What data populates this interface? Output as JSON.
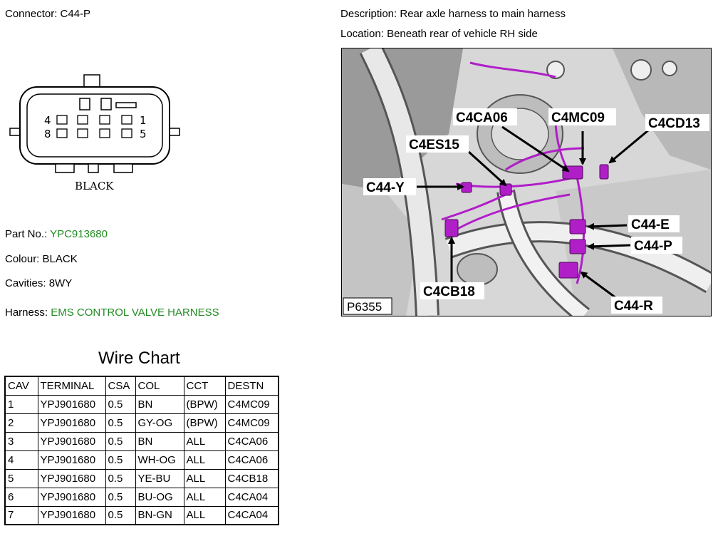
{
  "connector": {
    "label": "Connector:",
    "value": "C44-P",
    "drawing_colour_label": "BLACK",
    "pin_labels": {
      "top_left": "4",
      "top_right": "1",
      "bottom_left": "8",
      "bottom_right": "5"
    }
  },
  "description": {
    "label": "Description:",
    "value": "Rear axle harness to main harness"
  },
  "location": {
    "label": "Location:",
    "value": "Beneath rear of vehicle RH side"
  },
  "part_no": {
    "label": "Part No.:",
    "value": "YPC913680"
  },
  "colour": {
    "label": "Colour:",
    "value": "BLACK"
  },
  "cavities": {
    "label": "Cavities:",
    "value": "8WY"
  },
  "harness": {
    "label": "Harness:",
    "value": "EMS CONTROL VALVE HARNESS"
  },
  "photo": {
    "id": "P6355",
    "callouts": [
      "C4CA06",
      "C4MC09",
      "C4CD13",
      "C4ES15",
      "C44-Y",
      "C44-E",
      "C44-P",
      "C4CB18",
      "C44-R"
    ]
  },
  "wire_chart": {
    "title": "Wire Chart",
    "headers": [
      "CAV",
      "TERMINAL",
      "CSA",
      "COL",
      "CCT",
      "DESTN"
    ],
    "rows": [
      [
        "1",
        "YPJ901680",
        "0.5",
        "BN",
        "(BPW)",
        "C4MC09"
      ],
      [
        "2",
        "YPJ901680",
        "0.5",
        "GY-OG",
        "(BPW)",
        "C4MC09"
      ],
      [
        "3",
        "YPJ901680",
        "0.5",
        "BN",
        "ALL",
        "C4CA06"
      ],
      [
        "4",
        "YPJ901680",
        "0.5",
        "WH-OG",
        "ALL",
        "C4CA06"
      ],
      [
        "5",
        "YPJ901680",
        "0.5",
        "YE-BU",
        "ALL",
        "C4CB18"
      ],
      [
        "6",
        "YPJ901680",
        "0.5",
        "BU-OG",
        "ALL",
        "C4CA04"
      ],
      [
        "7",
        "YPJ901680",
        "0.5",
        "BN-GN",
        "ALL",
        "C4CA04"
      ]
    ]
  },
  "colors": {
    "green_text": "#228b22",
    "harness_purple": "#b01ec8"
  }
}
